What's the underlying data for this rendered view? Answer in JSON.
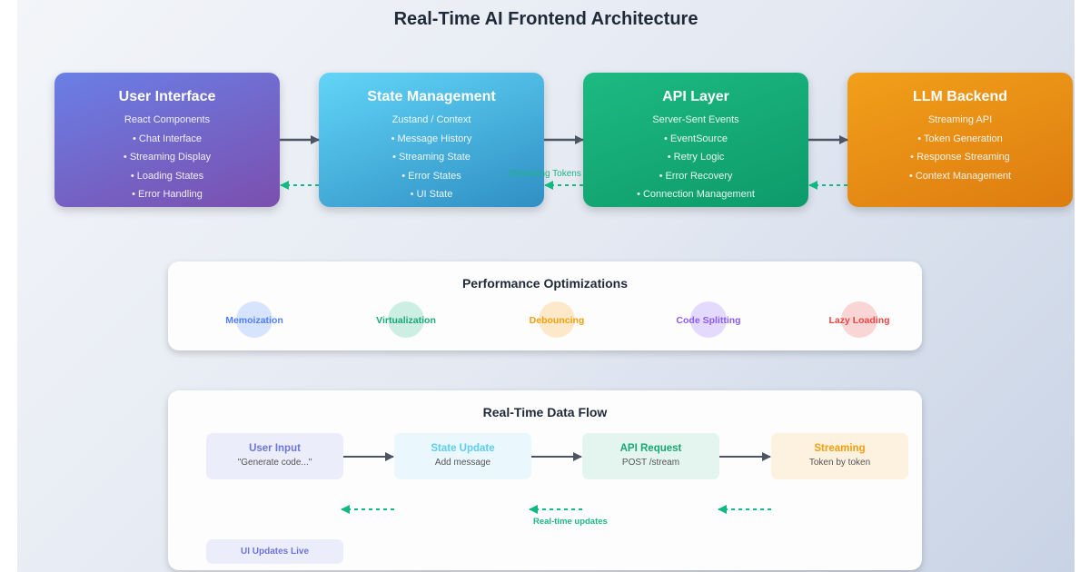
{
  "title": "Real-Time AI Frontend Architecture",
  "architecture": {
    "boxes": [
      {
        "title": "User Interface",
        "subtitle": "React Components",
        "items": [
          "• Chat Interface",
          "• Streaming Display",
          "• Loading States",
          "• Error Handling"
        ],
        "color": "#7266d0"
      },
      {
        "title": "State Management",
        "subtitle": "Zustand / Context",
        "items": [
          "• Message History",
          "• Streaming State",
          "• Error States",
          "• UI State"
        ],
        "color": "#46b3e0"
      },
      {
        "title": "API Layer",
        "subtitle": "Server-Sent Events",
        "items": [
          "• EventSource",
          "• Retry Logic",
          "• Error Recovery",
          "• Connection Management"
        ],
        "color": "#14a876"
      },
      {
        "title": "LLM Backend",
        "subtitle": "Streaming API",
        "items": [
          "• Token Generation",
          "• Response Streaming",
          "• Context Management"
        ],
        "color": "#e88e15"
      }
    ],
    "return_label": "Streaming Tokens",
    "forward_arrow_color": "#4b5563",
    "return_arrow_color": "#10b981"
  },
  "performance": {
    "title": "Performance Optimizations",
    "items": [
      {
        "label": "Memoization",
        "color": "#4f7ef7",
        "bg": "#d6e4fd"
      },
      {
        "label": "Virtualization",
        "color": "#18a875",
        "bg": "#cdeee2"
      },
      {
        "label": "Debouncing",
        "color": "#f59e0b",
        "bg": "#fde9c9"
      },
      {
        "label": "Code Splitting",
        "color": "#8b5cf6",
        "bg": "#e4dafd"
      },
      {
        "label": "Lazy Loading",
        "color": "#ef4444",
        "bg": "#f9d5d5"
      }
    ]
  },
  "data_flow": {
    "title": "Real-Time Data Flow",
    "steps": [
      {
        "title": "User Input",
        "subtitle": "\"Generate code...\"",
        "color": "#6c75d9",
        "bg": "#ecedfb"
      },
      {
        "title": "State Update",
        "subtitle": "Add message",
        "color": "#5ccdf3",
        "bg": "#eaf7fd"
      },
      {
        "title": "API Request",
        "subtitle": "POST /stream",
        "color": "#18a875",
        "bg": "#e3f5ee"
      },
      {
        "title": "Streaming",
        "subtitle": "Token by token",
        "color": "#f59e0b",
        "bg": "#fdf1e0"
      }
    ],
    "return_label": "Real-time updates",
    "live_label": "UI Updates Live"
  }
}
